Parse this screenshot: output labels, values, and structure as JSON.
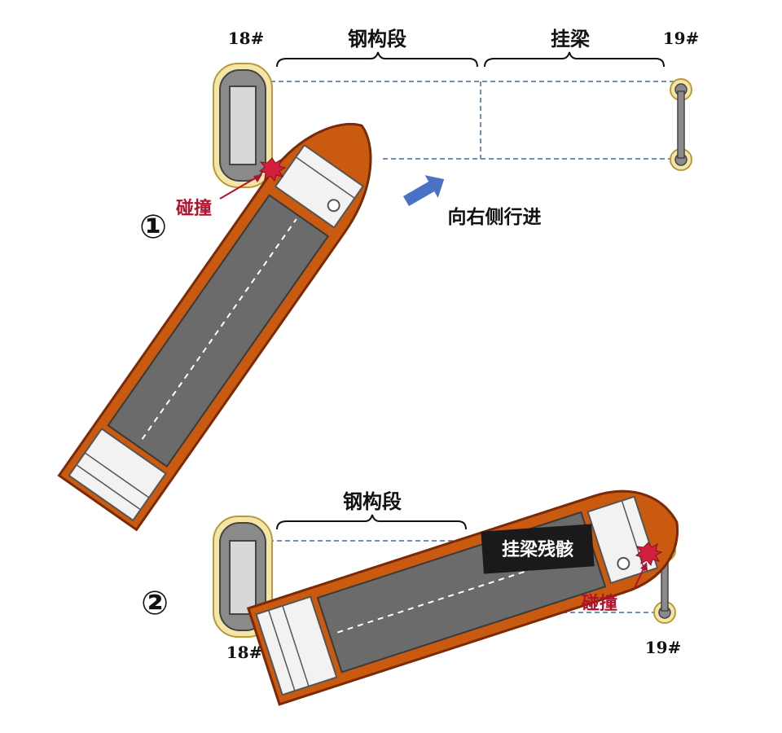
{
  "diagram": {
    "scene1": {
      "step_marker": "①",
      "pier_left": "18#",
      "pier_right": "19#",
      "span_steel": "钢构段",
      "span_hanging": "挂梁",
      "collision_label": "碰撞",
      "direction_label": "向右侧行进"
    },
    "scene2": {
      "step_marker": "②",
      "pier_left": "18#",
      "pier_right": "19#",
      "span_steel": "钢构段",
      "wreckage_label": "挂梁残骸",
      "collision_label": "碰撞"
    }
  },
  "colors": {
    "hull": "#c95a10",
    "hull_outline": "#7a2a06",
    "cargo": "#6b6b6b",
    "deck_house": "#f2f2f2",
    "pier_fill": "#8a8a8a",
    "pier_fender": "#f5e6a8",
    "dashed_line": "#6f8fb5",
    "arrow": "#4a72c4",
    "collision": "#d21f3c",
    "label_red": "#b3122e",
    "wreckage_bg": "#1a1a1a"
  }
}
